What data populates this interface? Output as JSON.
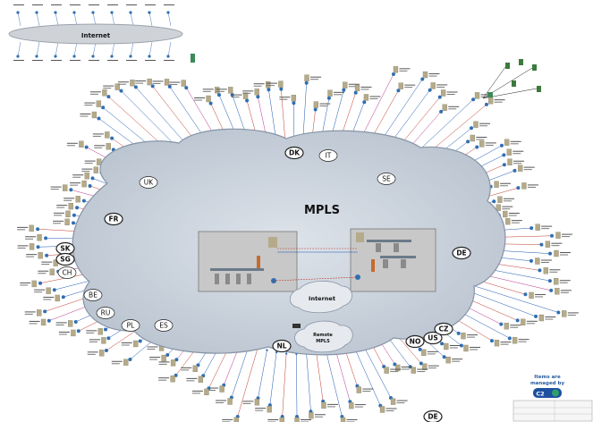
{
  "clouds": {
    "internet_top": "Internet",
    "mpls": "MPLS",
    "internet_inner": "Internet",
    "remote_mpls": "Remote\nMPLS"
  },
  "countries": [
    {
      "code": "DK",
      "style": "bold"
    },
    {
      "code": "IT",
      "style": "plain"
    },
    {
      "code": "SE",
      "style": "plain"
    },
    {
      "code": "UK",
      "style": "plain"
    },
    {
      "code": "FR",
      "style": "bold"
    },
    {
      "code": "SK",
      "style": "bold"
    },
    {
      "code": "SG",
      "style": "bold"
    },
    {
      "code": "CH",
      "style": "plain"
    },
    {
      "code": "DE",
      "style": "bold"
    },
    {
      "code": "BE",
      "style": "plain"
    },
    {
      "code": "RU",
      "style": "plain"
    },
    {
      "code": "PL",
      "style": "plain"
    },
    {
      "code": "ES",
      "style": "plain"
    },
    {
      "code": "NL",
      "style": "bold"
    },
    {
      "code": "NO",
      "style": "bold"
    },
    {
      "code": "US",
      "style": "bold"
    },
    {
      "code": "CZ",
      "style": "bold"
    },
    {
      "code": "DE",
      "style": "bold"
    }
  ],
  "managed_note": {
    "line1": "Items are",
    "line2": "managed by",
    "logo": "C2"
  },
  "colors": {
    "cloud_fill": "#c6ced8",
    "cloud_stroke": "#8694a6",
    "datacenter_fill": "#c8c8c8",
    "router": "#2f6fb3",
    "server": "#b5ab8a",
    "firewall": "#c86a2e",
    "switch": "#6b7a8a",
    "link_blue": "#1a55b0",
    "link_red": "#c0392b",
    "link_magenta": "#b8328a",
    "logo_green": "#2e9e6a",
    "logo_blue": "#1f4fa0",
    "text_dark": "#111111"
  },
  "icons": [
    "router-icon",
    "server-icon",
    "firewall-icon",
    "switch-icon",
    "laptop-icon",
    "satellite-icon"
  ]
}
